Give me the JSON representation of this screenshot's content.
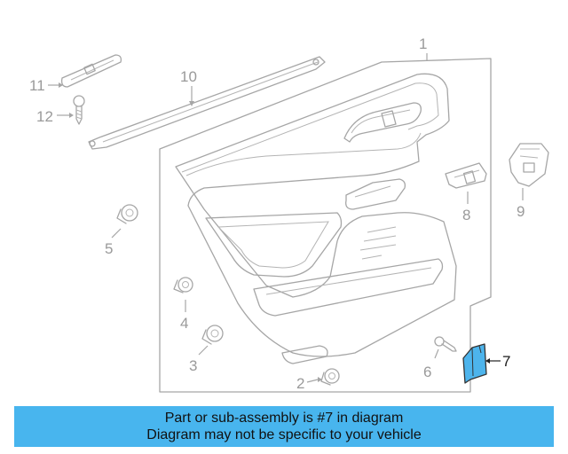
{
  "callouts": {
    "c1": "1",
    "c2": "2",
    "c3": "3",
    "c4": "4",
    "c5": "5",
    "c6": "6",
    "c7": "7",
    "c8": "8",
    "c9": "9",
    "c10": "10",
    "c11": "11",
    "c12": "12"
  },
  "highlight": {
    "part_number": "7",
    "fill_color": "#4db4ec"
  },
  "banner": {
    "line1": "Part or sub-assembly is #7 in diagram",
    "line2": "Diagram may not be specific to your vehicle",
    "bg_color": "#48b5ee"
  }
}
